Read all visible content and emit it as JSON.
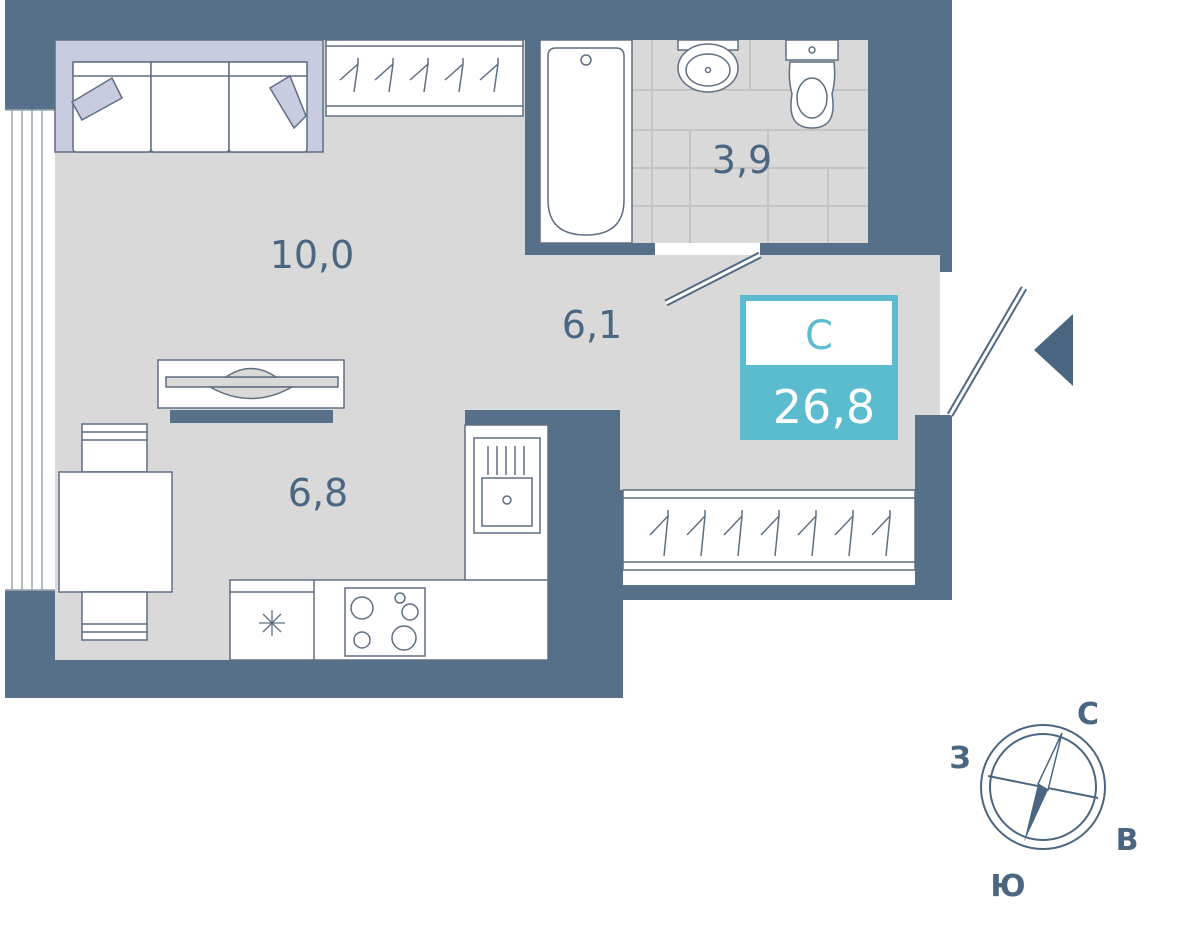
{
  "colors": {
    "wall": "#567089",
    "floor": "#d9d9d9",
    "tile_line": "#c4c4c4",
    "furniture_fill": "#ffffff",
    "furniture_stroke": "#5f6f82",
    "sofa_back": "#c9cbe0",
    "accent": "#5bbcd0",
    "text": "#4b6680"
  },
  "rooms": {
    "living": {
      "area": "10,0"
    },
    "bathroom": {
      "area": "3,9"
    },
    "hallway": {
      "area": "6,1"
    },
    "kitchen": {
      "area": "6,8"
    }
  },
  "badge": {
    "type": "С",
    "total_area": "26,8"
  },
  "compass": {
    "north": "С",
    "west": "З",
    "east": "В",
    "south": "Ю"
  },
  "icons": {
    "entrance": "entrance-arrow-icon",
    "compass": "compass-icon"
  }
}
